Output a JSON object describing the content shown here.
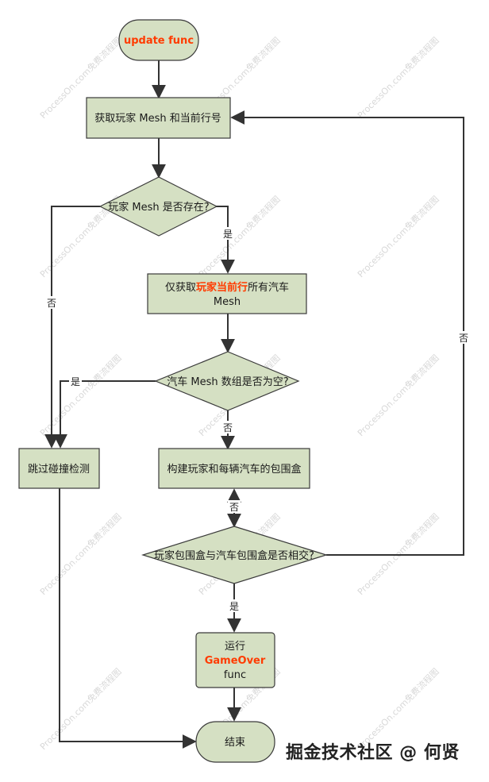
{
  "colors": {
    "node_fill": "#d5e0c3",
    "node_stroke": "#3a3a3a",
    "accent_red": "#ff3b00",
    "edge": "#333333"
  },
  "watermark": "ProcessOn.com免费流程图",
  "nodes": {
    "start": "update func",
    "get_mesh": "获取玩家 Mesh 和当前行号",
    "player_exists": "玩家 Mesh 是否存在?",
    "get_cars": {
      "prefix": "仅获取",
      "highlight": "玩家当前行",
      "suffix": "所有汽车",
      "line2": "Mesh"
    },
    "cars_empty": "汽车 Mesh 数组是否为空?",
    "skip": "跳过碰撞检测",
    "build_box": "构建玩家和每辆汽车的包围盒",
    "intersect": "玩家包围盒与汽车包围盒是否相交?",
    "run": {
      "line1": "运行",
      "highlight": "GameOver",
      "line3": "func"
    },
    "end": "结束"
  },
  "edge_labels": {
    "exists_yes": "是",
    "exists_no": "否",
    "empty_yes": "是",
    "empty_no": "否",
    "intersect_no_up": "否",
    "intersect_no_loop": "否",
    "intersect_yes": "是"
  },
  "footer": "掘金技术社区 @ 何贤"
}
